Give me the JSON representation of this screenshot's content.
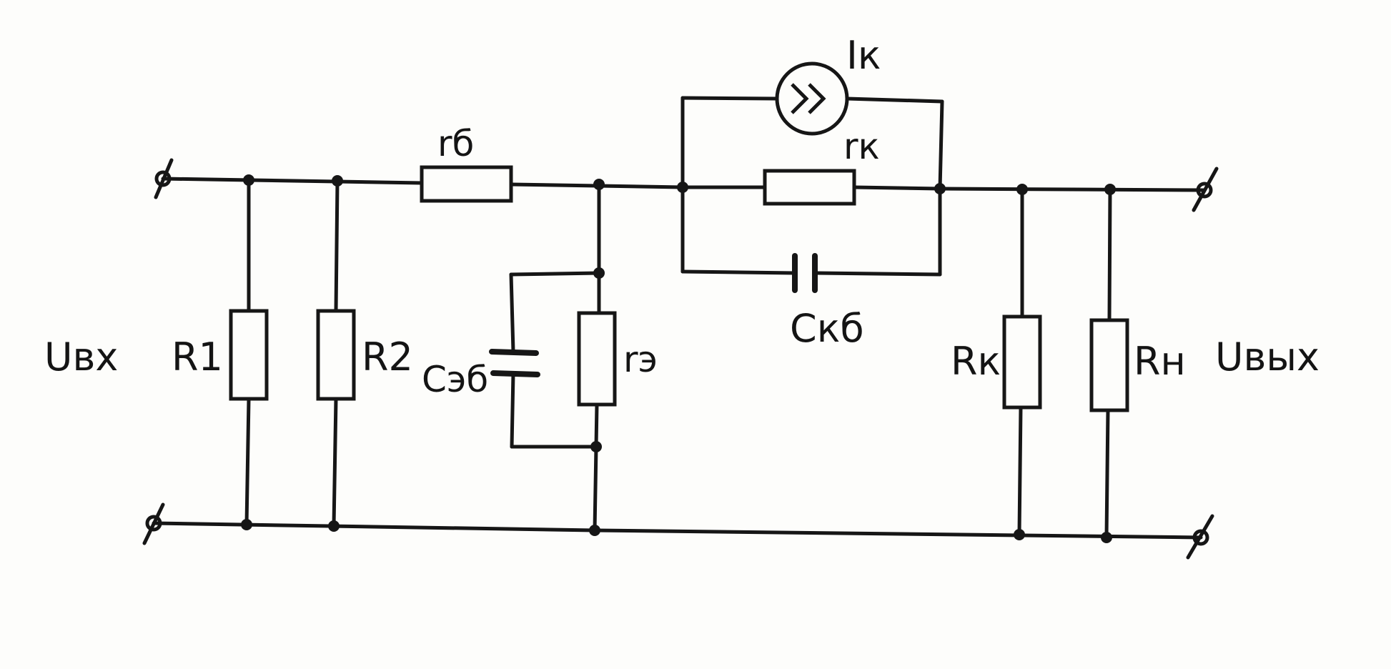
{
  "colors": {
    "paper": "#fdfdfb",
    "ink": "#161616"
  },
  "labels": {
    "u_in": "Uвх",
    "u_out": "Uвых",
    "r1": "R1",
    "r2": "R2",
    "r_b": "rб",
    "r_e": "rэ",
    "c_eb": "Cэб",
    "i_k": "Iк",
    "r_k_small": "rк",
    "c_kb": "Cкб",
    "r_k": "Rк",
    "r_n": "Rн"
  },
  "symbols": {
    "current_source": "current-source-symbol",
    "terminal": "terminal-symbol"
  }
}
